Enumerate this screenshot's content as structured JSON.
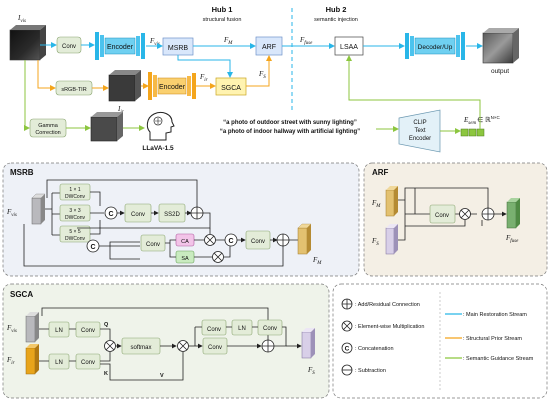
{
  "hubs": {
    "hub1_title": "Hub 1",
    "hub1_sub": "structural fusion",
    "hub2_title": "Hub 2",
    "hub2_sub": "semantic injection"
  },
  "top": {
    "i_vis": "I",
    "i_vis_sub": "vis",
    "conv": "Conv",
    "encoder1": "Encoder",
    "encoder2": "Encoder",
    "f_vis": "F",
    "f_vis_sub": "vis",
    "msrb": "MSRB",
    "f_m": "F",
    "f_m_sub": "M",
    "arf": "ARF",
    "f_fuse": "F",
    "f_fuse_sub": "fuse",
    "lsaa": "LSAA",
    "decoder": "Decoder/Up",
    "output": "output",
    "srgb_tir": "sRGB-TIR",
    "f_ir": "F",
    "f_ir_sub": "ir",
    "sgca": "SGCA",
    "f_s": "F",
    "f_s_sub": "S",
    "i_ir": "I",
    "i_ir_sub": "ir",
    "gamma": "Gamma",
    "correction": "Correction",
    "llava": "LLaVA-1.5",
    "prompt1": "“a photo of outdoor street with sunny  lighting”",
    "prompt2": "“a photo of indoor hallway with artificial lighting”",
    "clip1": "CLIP",
    "clip2": "Text",
    "clip3": "Encoder",
    "e_sem": "E",
    "e_sem_sub": "sem",
    "e_sem_dim": "∈ ℝ",
    "e_sem_sup": "N×C"
  },
  "msrb": {
    "title": "MSRB",
    "f_vis": "F",
    "f_vis_sub": "vis",
    "dw1_a": "1 × 1",
    "dw1_b": "DWConv",
    "dw3_a": "3 × 3",
    "dw3_b": "DWConv",
    "dw5_a": "5 × 5",
    "dw5_b": "DWConv",
    "c": "C",
    "conv1": "Conv",
    "ss2d": "SS2D",
    "conv2": "Conv",
    "ca": "CA",
    "sa": "SA",
    "conv3": "Conv",
    "f_m": "F",
    "f_m_sub": "M"
  },
  "arf": {
    "title": "ARF",
    "f_m": "F",
    "f_m_sub": "M",
    "f_s": "F",
    "f_s_sub": "S",
    "conv": "Conv",
    "f_fuse": "F",
    "f_fuse_sub": "fuse"
  },
  "sgca": {
    "title": "SGCA",
    "f_vis": "F",
    "f_vis_sub": "vis",
    "f_ir": "F",
    "f_ir_sub": "ir",
    "ln1": "LN",
    "conv1": "Conv",
    "ln2": "LN",
    "conv2": "Conv",
    "q": "Q",
    "k": "K",
    "v": "V",
    "softmax": "softmax",
    "conv3": "Conv",
    "conv4": "Conv",
    "ln3": "LN",
    "conv5": "Conv",
    "f_s": "F",
    "f_s_sub": "S"
  },
  "legend": {
    "add": ": Add/Residual Connection",
    "mul": ": Element-wise Multiplication",
    "concat": ": Concatenation",
    "sub": ": Subtraction",
    "main": ": Main Restoration Stream",
    "structural": ": Structural  Prior Stream",
    "semantic": ": Semantic Guidance Stream"
  },
  "colors": {
    "blue_stream": "#29b6e8",
    "orange_stream": "#f4a51c",
    "green_stream": "#8cc63f",
    "msrb_fill": "#d9e7fb",
    "sgca_fill": "#fff3b0",
    "panel_blue": "#eef1f7",
    "panel_beige": "#f4efe5",
    "panel_green": "#eff3ea",
    "conv_fill": "#e3ecd8"
  }
}
